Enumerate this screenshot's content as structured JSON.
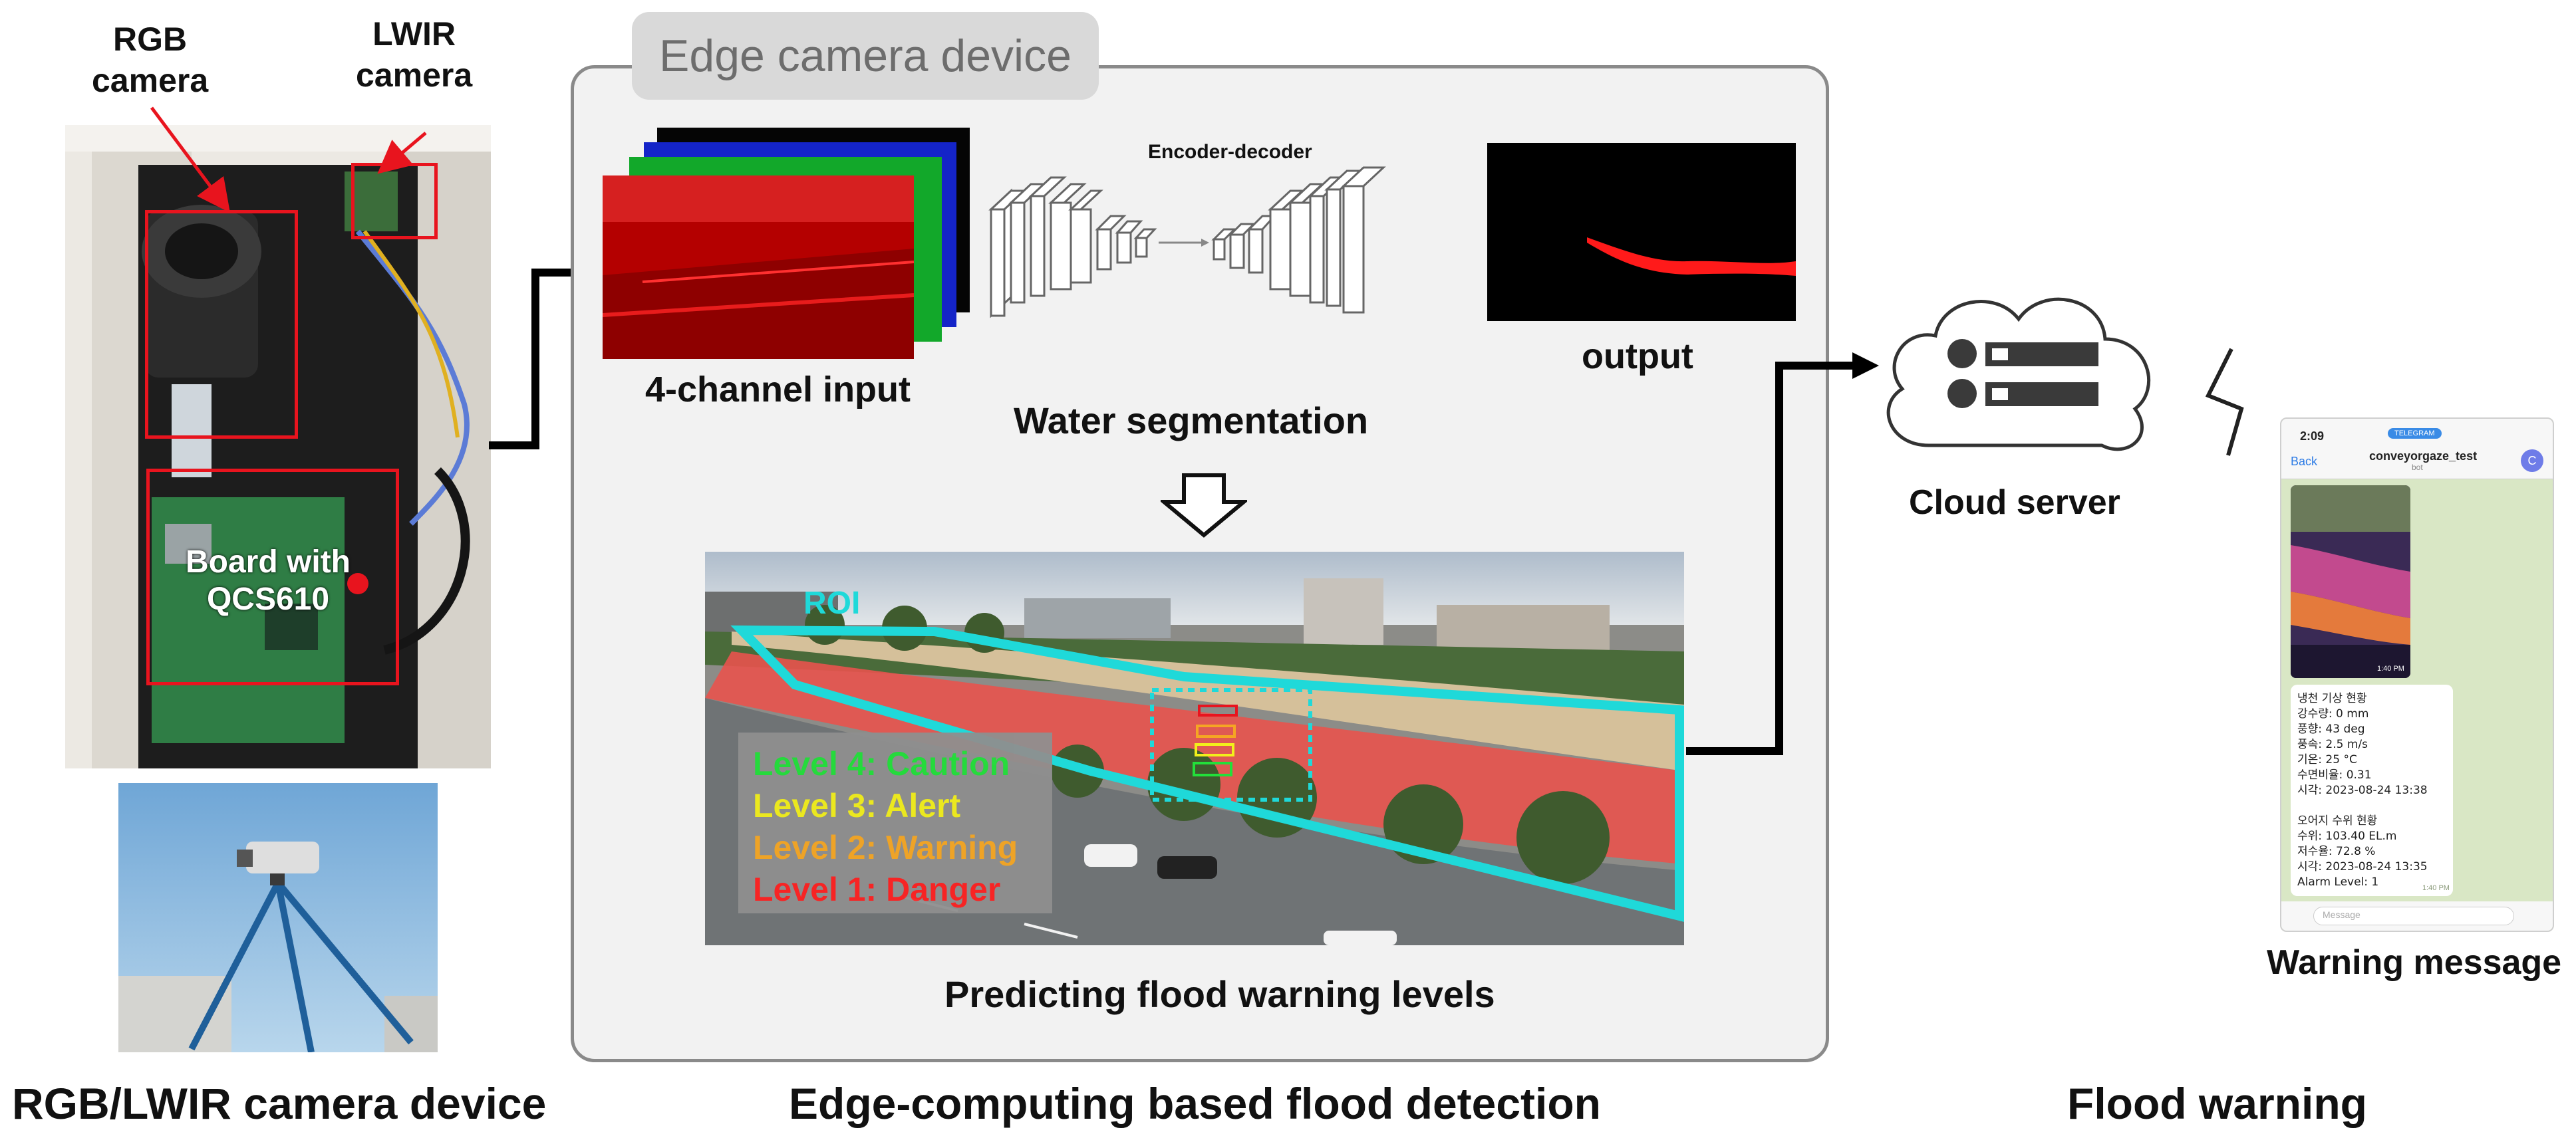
{
  "left_section": {
    "rgb_camera_label": "RGB\ncamera",
    "lwir_camera_label": "LWIR\ncamera",
    "board_label": "Board with\nQCS610",
    "caption": "RGB/LWIR camera device"
  },
  "middle_section": {
    "box_title": "Edge camera device",
    "input_label": "4-channel input",
    "encoder_label": "Encoder-decoder",
    "output_label": "output",
    "segmentation_label": "Water segmentation",
    "roi_label": "ROI",
    "levels": [
      {
        "text": "Level 4: Caution",
        "color": "#22e03a"
      },
      {
        "text": "Level 3: Alert",
        "color": "#f2ef1b"
      },
      {
        "text": "Level 2: Warning",
        "color": "#f5a623"
      },
      {
        "text": "Level 1: Danger",
        "color": "#ff2020"
      }
    ],
    "prediction_label": "Predicting flood warning levels",
    "caption": "Edge-computing based flood detection"
  },
  "right_section": {
    "cloud_label": "Cloud server",
    "warning_label": "Warning message",
    "caption": "Flood warning"
  },
  "phone": {
    "time": "2:09",
    "app_badge": "TELEGRAM",
    "back": "Back",
    "chat_name": "conveyorgaze_test",
    "chat_sub": "bot",
    "avatar": "C",
    "image_time": "1:40 PM",
    "message_lines": [
      "냉천 기상 현황",
      "강수량: 0 mm",
      "풍향: 43 deg",
      "풍속: 2.5 m/s",
      "기온: 25 °C",
      "수면비율: 0.31",
      "시각: 2023-08-24 13:38",
      "",
      "오어지 수위 현황",
      "수위: 103.40 EL.m",
      "저수율: 72.8 %",
      "시각: 2023-08-24 13:35",
      "Alarm Level: 1"
    ],
    "message_time": "1:40 PM",
    "input_placeholder": "Message"
  },
  "colors": {
    "roi": "#1fd9d9",
    "red_annotation": "#e8141e",
    "water_mask": "#e83a3a",
    "box_border": "#8a8a8a",
    "box_fill": "#f2f2f2"
  }
}
